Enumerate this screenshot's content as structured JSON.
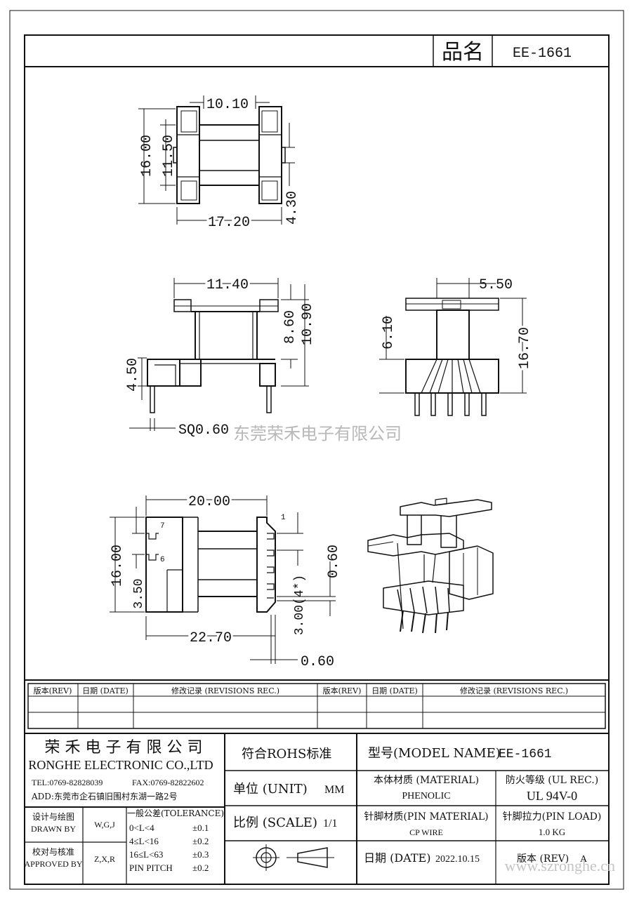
{
  "header": {
    "name_label": "品名",
    "part_number": "EE-1661"
  },
  "watermark": {
    "company": "东莞荣禾电子有限公司",
    "url": "www.szronghe.cn"
  },
  "top_view": {
    "dim_top": "10.10",
    "dim_left_outer": "16.00",
    "dim_left_inner": "11.50",
    "dim_bottom": "17.20",
    "dim_right": "4.30"
  },
  "front_view": {
    "dim_top": "11.40",
    "dim_right_inner": "8.60",
    "dim_right_outer": "10.90",
    "dim_left": "4.50",
    "dim_pin": "SQ0.60"
  },
  "side_view": {
    "dim_top": "5.50",
    "dim_left": "6.10",
    "dim_right": "16.70"
  },
  "bottom_view": {
    "dim_top": "20.00",
    "dim_left": "16.00",
    "dim_left_small": "3.50",
    "dim_pitch": "3.00(4*)",
    "dim_right": "0.60",
    "dim_bottom": "22.70",
    "dim_pin": "0.60",
    "pin_7": "7",
    "pin_6": "6",
    "pin_1": "1"
  },
  "revisions": {
    "headers": [
      "版本(REV)",
      "日期 (DATE)",
      "修改记录 (REVISIONS REC.)",
      "版本(REV)",
      "日期 (DATE)",
      "修改记录 (REVISIONS REC.)"
    ]
  },
  "title_block": {
    "company_cn": "荣 禾 电 子 有 限 公 司",
    "company_en": "RONGHE ELECTRONIC CO.,LTD",
    "tel": "TEL:0769-82828039",
    "fax": "FAX:0769-82822602",
    "addr": "ADD:东莞市企石镇旧围村东湖一路2号",
    "rohs": "符合ROHS标准",
    "model_label": "型号(MODEL NAME)",
    "model_value": "EE-1661",
    "unit_label": "单位 (UNIT)",
    "unit_value": "MM",
    "material_label": "本体材质 (MATERIAL)",
    "material_value": "PHENOLIC",
    "ul_label": "防火等级 (UL REC.)",
    "ul_value": "UL 94V-0",
    "scale_label": "比例 (SCALE)",
    "scale_value": "1/1",
    "pin_material_label": "针脚材质(PIN MATERIAL)",
    "pin_material_value": "CP WIRE",
    "pin_load_label": "针脚拉力(PIN LOAD)",
    "pin_load_value": "1.0 KG",
    "design_cn": "设计与绘图",
    "design_en": "DRAWN BY",
    "design_value": "W,G,J",
    "check_cn": "校对与核准",
    "check_en": "APPROVED BY",
    "check_value": "Z,X,R",
    "tol_title": "一般公差(TOLERANCE)",
    "tol_rows": [
      {
        "range": "0<L<4",
        "value": "±0.1"
      },
      {
        "range": "4≤L<16",
        "value": "±0.2"
      },
      {
        "range": "16≤L<63",
        "value": "±0.3"
      },
      {
        "range": "PIN PITCH",
        "value": "±0.2"
      }
    ],
    "date_label": "日期 (DATE)",
    "date_value": "2022.10.15",
    "rev_label": "版本 (REV)",
    "rev_value": "A"
  }
}
